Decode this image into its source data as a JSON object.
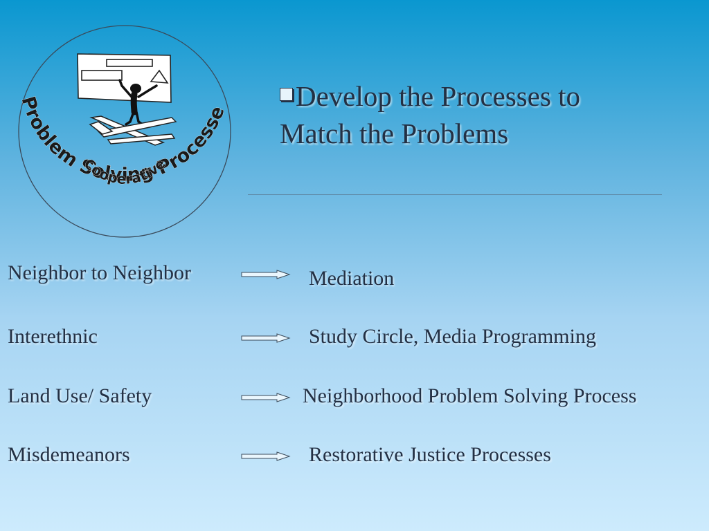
{
  "logo": {
    "outer_text": "Problem Solving Processes",
    "inner_text": "Cooperative"
  },
  "title": {
    "line1": "Develop the Processes to",
    "line2": "Match the Problems"
  },
  "rows": [
    {
      "problem": "Neighbor to Neighbor",
      "process": "Mediation"
    },
    {
      "problem": "Interethnic",
      "process": "Study Circle, Media Programming"
    },
    {
      "problem": "Land Use/ Safety",
      "process": "Neighborhood Problem Solving Process"
    },
    {
      "problem": "Misdemeanors",
      "process": "Restorative Justice Processes"
    }
  ]
}
